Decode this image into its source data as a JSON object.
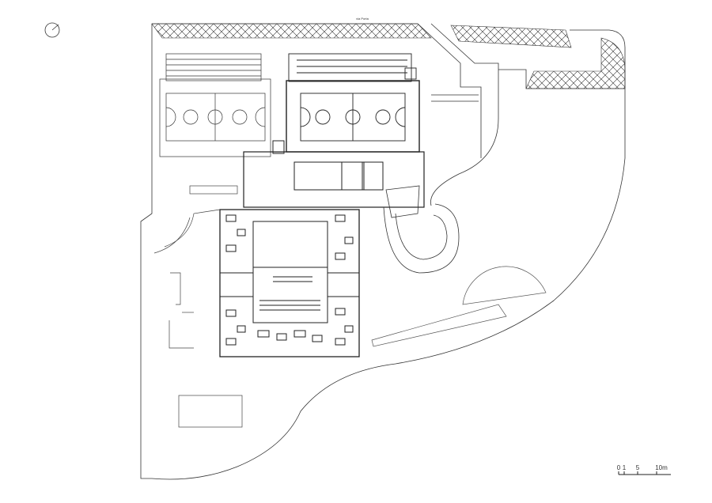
{
  "drawing": {
    "street_label": "via Porta",
    "scale_bar": {
      "ticks": [
        "0",
        "1",
        "5",
        "10m"
      ]
    },
    "north_arrow": {
      "icon": "north-arrow-icon"
    }
  },
  "colors": {
    "background": "#ffffff",
    "line": "#222222",
    "light_line": "#777777"
  }
}
